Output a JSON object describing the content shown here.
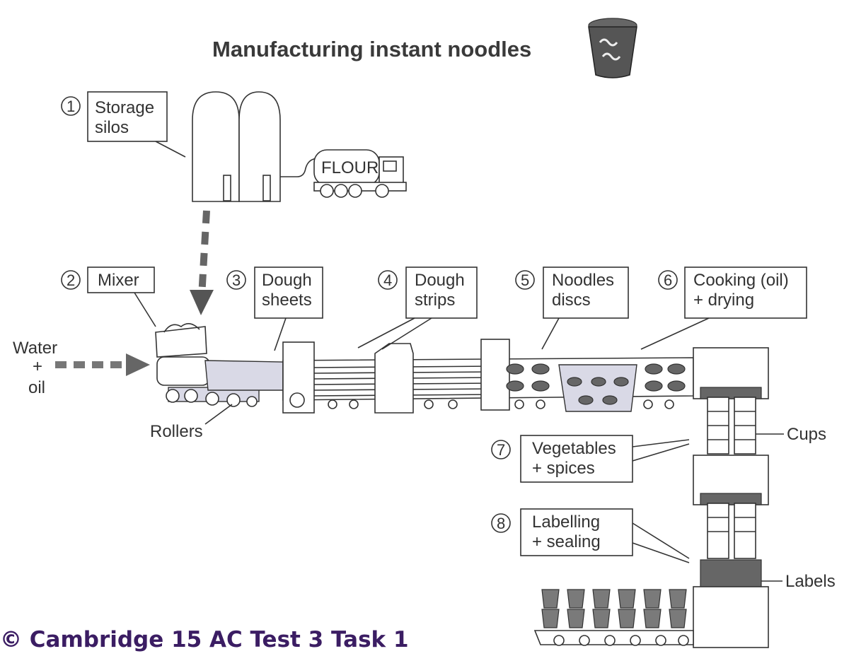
{
  "title": "Manufacturing instant noodles",
  "credit": "© Cambridge 15 AC Test 3 Task 1",
  "truck_label": "FLOUR",
  "inputs": {
    "water": "Water",
    "plus": "+",
    "oil": "oil"
  },
  "steps": [
    {
      "number": "1",
      "line1": "Storage",
      "line2": "silos"
    },
    {
      "number": "2",
      "line1": "Mixer",
      "line2": ""
    },
    {
      "number": "3",
      "line1": "Dough",
      "line2": "sheets"
    },
    {
      "number": "4",
      "line1": "Dough",
      "line2": "strips"
    },
    {
      "number": "5",
      "line1": "Noodles",
      "line2": "discs"
    },
    {
      "number": "6",
      "line1": "Cooking (oil)",
      "line2": "+ drying"
    },
    {
      "number": "7",
      "line1": "Vegetables",
      "line2": "+ spices"
    },
    {
      "number": "8",
      "line1": "Labelling",
      "line2": "+ sealing"
    }
  ],
  "callouts": {
    "rollers": "Rollers",
    "cups": "Cups",
    "labels": "Labels"
  }
}
